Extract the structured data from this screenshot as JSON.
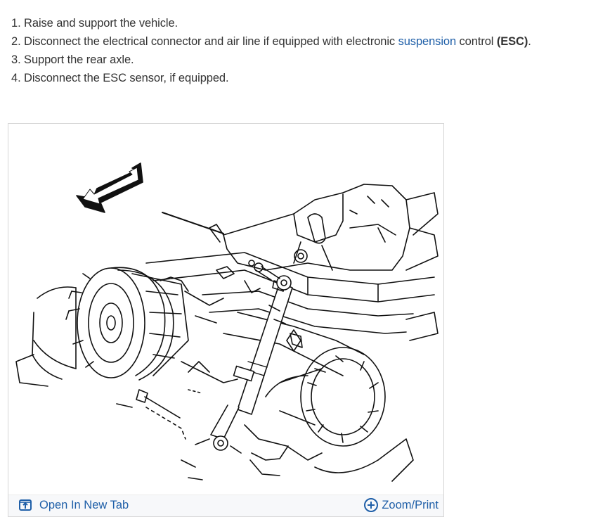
{
  "steps": [
    {
      "number": "1.",
      "text": "Raise and support the vehicle."
    },
    {
      "number": "2.",
      "text_before": "Disconnect the electrical connector and air line if equipped with electronic ",
      "link_text": "suspension",
      "text_middle": " control ",
      "bold_text": "(ESC)",
      "text_after": "."
    },
    {
      "number": "3.",
      "text": "Support the rear axle."
    },
    {
      "number": "4.",
      "text": "Disconnect the ESC sensor, if equipped."
    }
  ],
  "figure": {
    "open_tab_label": "Open In New Tab",
    "open_tab_icon": "open-new-tab-icon",
    "zoom_label": "Zoom/Print",
    "zoom_icon": "plus-circle-icon",
    "link_color": "#1f5fa8"
  }
}
